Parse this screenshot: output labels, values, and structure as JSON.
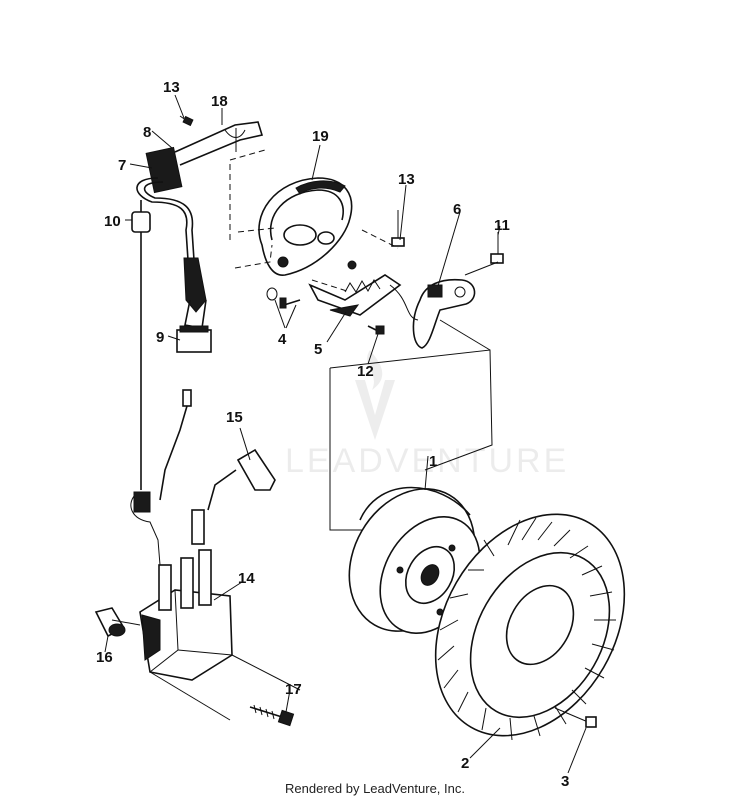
{
  "labels": {
    "p1": "1",
    "p2": "2",
    "p3": "3",
    "p4": "4",
    "p5": "5",
    "p6": "6",
    "p7": "7",
    "p8": "8",
    "p9": "9",
    "p10": "10",
    "p11": "11",
    "p12": "12",
    "p13a": "13",
    "p13b": "13",
    "p14": "14",
    "p15": "15",
    "p16": "16",
    "p17": "17",
    "p18": "18",
    "p19": "19"
  },
  "watermark": "LEADVENTURE",
  "footer": "Rendered by LeadVenture, Inc."
}
